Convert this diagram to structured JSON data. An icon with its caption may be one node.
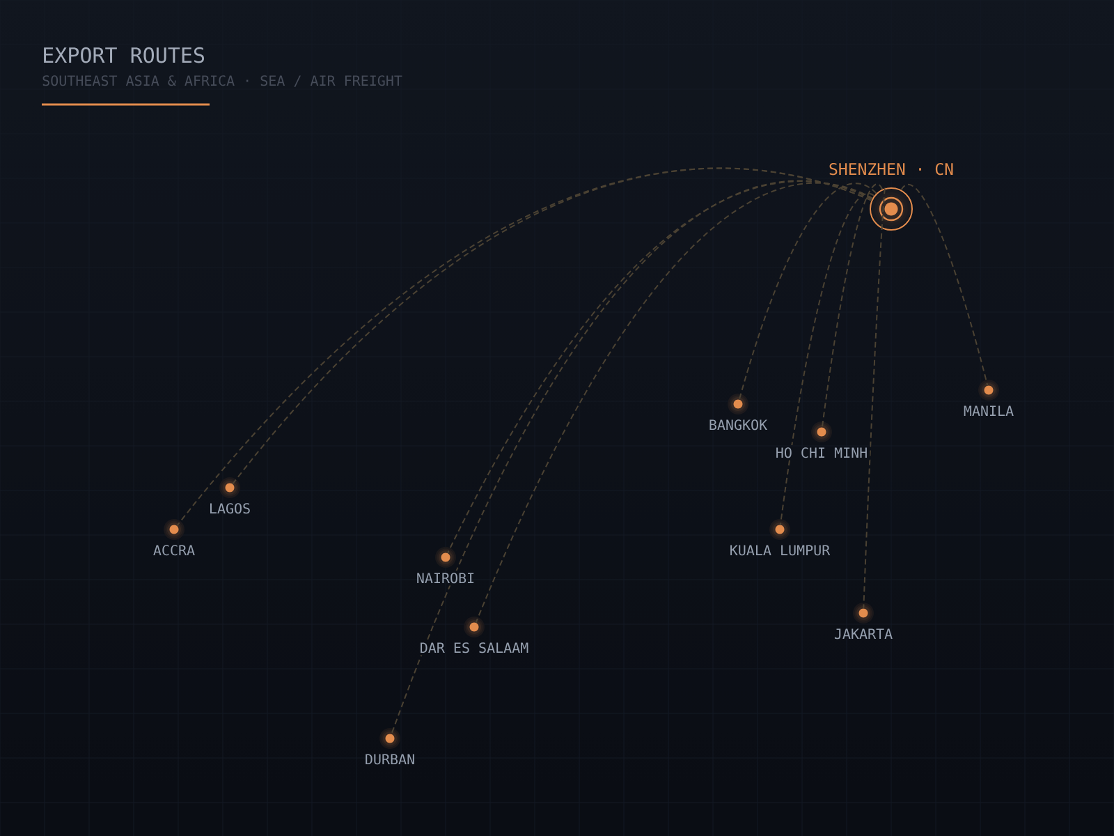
{
  "diagram": {
    "title": "EXPORT ROUTES",
    "nodes": [
      {
        "text": [
          "SHENZHEN · CN"
        ]
      },
      {
        "text": [
          "MANILA"
        ]
      },
      {
        "text": [
          "BANGKOK"
        ]
      },
      {
        "text": [
          "HO CHI MINH"
        ]
      },
      {
        "text": [
          "LAGOS"
        ]
      },
      {
        "text": [
          "ACCRA"
        ]
      },
      {
        "text": [
          "KUALA LUMPUR"
        ]
      },
      {
        "text": [
          "NAIROBI"
        ]
      },
      {
        "text": [
          "JAKARTA"
        ]
      },
      {
        "text": [
          "DAR ES SALAAM"
        ]
      },
      {
        "text": [
          "DURBAN"
        ]
      }
    ],
    "edges": [
      {
        "from": 0,
        "to": 1,
        "arrow": "none",
        "style": "dashed"
      },
      {
        "from": 0,
        "to": 2,
        "arrow": "none",
        "style": "dashed"
      },
      {
        "from": 0,
        "to": 3,
        "arrow": "none",
        "style": "dashed"
      },
      {
        "from": 0,
        "to": 4,
        "arrow": "none",
        "style": "dashed"
      },
      {
        "from": 0,
        "to": 5,
        "arrow": "none",
        "style": "dashed"
      },
      {
        "from": 0,
        "to": 6,
        "arrow": "none",
        "style": "dashed"
      },
      {
        "from": 0,
        "to": 7,
        "arrow": "none",
        "style": "dashed"
      },
      {
        "from": 0,
        "to": 8,
        "arrow": "none",
        "style": "dashed"
      },
      {
        "from": 0,
        "to": 9,
        "arrow": "none",
        "style": "dashed"
      },
      {
        "from": 0,
        "to": 10,
        "arrow": "none",
        "style": "dashed"
      }
    ],
    "labels": [
      "SOUTHEAST ASIA & AFRICA · SEA / AIR FREIGHT"
    ]
  }
}
